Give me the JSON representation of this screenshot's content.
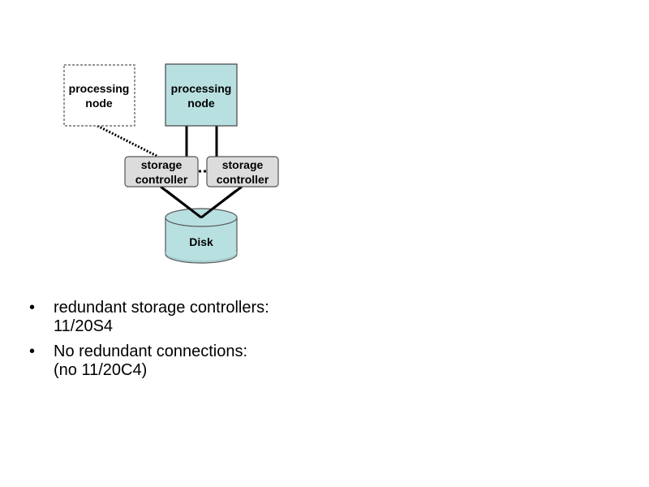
{
  "diagram": {
    "nodes": {
      "processing_node_optional": {
        "label_line1": "processing",
        "label_line2": "node",
        "style": "dashed",
        "fill": "#ffffff"
      },
      "processing_node": {
        "label_line1": "processing",
        "label_line2": "node",
        "style": "solid",
        "fill": "#b9e0e0"
      },
      "storage_controller_left": {
        "label_line1": "storage",
        "label_line2": "controller",
        "fill": "#dcdcdc"
      },
      "storage_controller_right": {
        "label_line1": "storage",
        "label_line2": "controller",
        "fill": "#dcdcdc"
      },
      "disk": {
        "label": "Disk",
        "fill": "#b9e0e0"
      }
    },
    "edges": [
      {
        "from": "processing_node_optional",
        "to": "storage_controller_left",
        "style": "dotted"
      },
      {
        "from": "processing_node",
        "to": "storage_controller_left",
        "style": "solid"
      },
      {
        "from": "processing_node",
        "to": "storage_controller_right",
        "style": "solid"
      },
      {
        "from": "storage_controller_left",
        "to": "storage_controller_right",
        "style": "dotted"
      },
      {
        "from": "storage_controller_left",
        "to": "disk",
        "style": "solid"
      },
      {
        "from": "storage_controller_right",
        "to": "disk",
        "style": "solid"
      }
    ]
  },
  "bullets": [
    {
      "marker": "•",
      "text": "redundant storage controllers:\n11/20S4"
    },
    {
      "marker": "•",
      "text": "No redundant connections:\n(no 11/20C4)"
    }
  ]
}
